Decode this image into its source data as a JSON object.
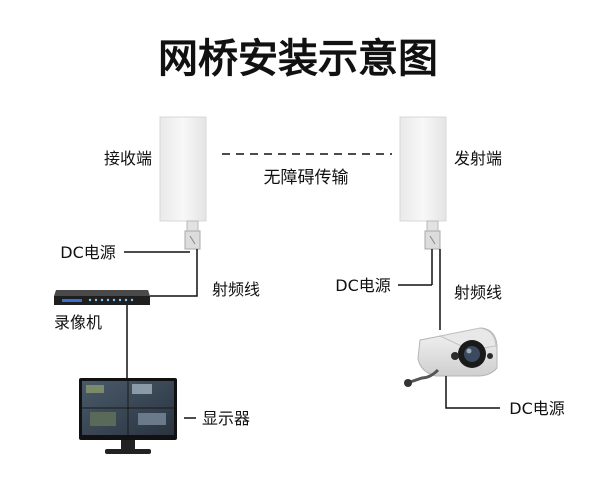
{
  "title": "网桥安装示意图",
  "labels": {
    "receiver": "接收端",
    "transmitter": "发射端",
    "clear_path": "无障碍传输",
    "dc_power_left": "DC电源",
    "dc_power_right": "DC电源",
    "dc_power_camera": "DC电源",
    "rf_cable_left": "射频线",
    "rf_cable_right": "射频线",
    "recorder": "录像机",
    "monitor": "显示器"
  },
  "icons": [
    "bridge-receiver-icon",
    "bridge-transmitter-icon",
    "nvr-recorder-icon",
    "monitor-icon",
    "ip-camera-icon"
  ]
}
